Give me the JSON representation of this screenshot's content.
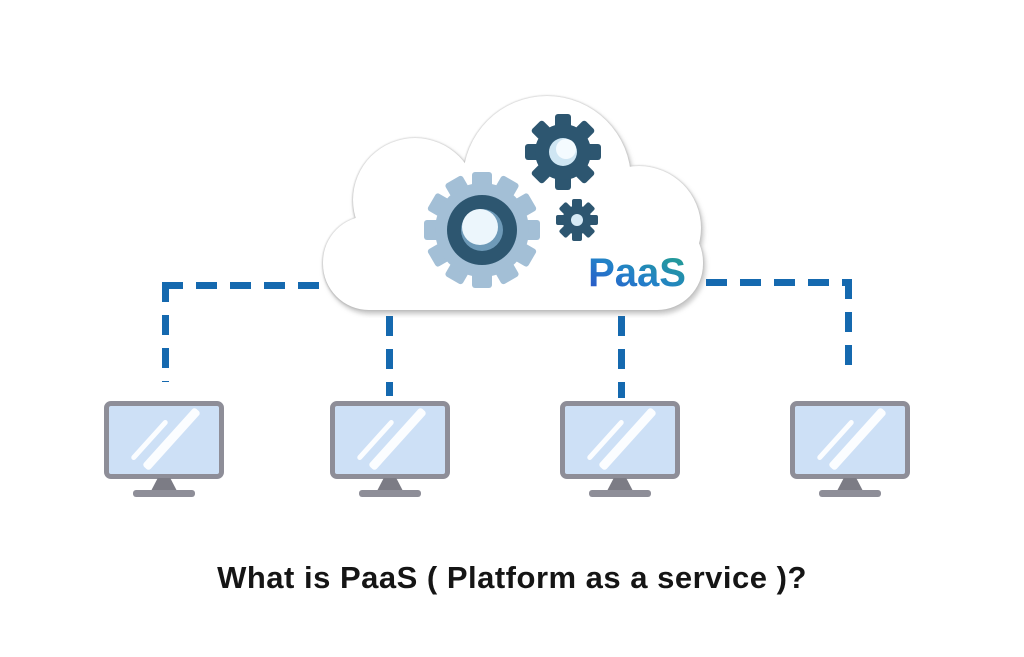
{
  "caption": {
    "text": "What is PaaS ( Platform as a service )?"
  },
  "cloud": {
    "label": "PaaS",
    "gears": [
      "gear-large",
      "gear-top",
      "gear-small"
    ]
  },
  "clients": {
    "count": 4
  },
  "palette": {
    "connector_blue": "#1569af",
    "gear_light_blue": "#a3bfd6",
    "gear_dark_blue": "#2d5670",
    "monitor_frame_gray": "#8e8e98",
    "monitor_screen_blue": "#cde0f6",
    "paas_gradient_start": "#2b50c8",
    "paas_gradient_mid": "#2381c9",
    "paas_gradient_end": "#23a18a",
    "caption_black": "#151515"
  }
}
